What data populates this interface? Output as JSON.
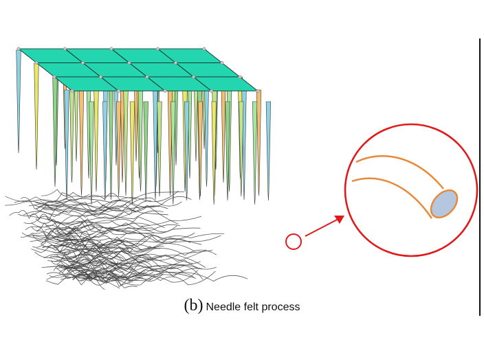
{
  "caption": {
    "label": "(b)",
    "text": "Needle felt process"
  },
  "colors": {
    "board_fill": "#23d6b0",
    "board_stroke": "#1c1c1c",
    "fiber": "#3c3c3c",
    "highlight": "#e0191b",
    "fiber_closeup": "#e8893a",
    "fiber_section": "#b4c7df",
    "needle_palette": [
      "#8fd2e2",
      "#f2c072",
      "#e9e868",
      "#92d389",
      "#c4e48c",
      "#a9e3a0"
    ]
  },
  "icons": {
    "needle_board": "needle-board",
    "fiber_web": "fiber-web",
    "zoom_marker": "zoom-circle",
    "pointer": "arrow-right-up",
    "closeup": "single-fiber-closeup"
  }
}
